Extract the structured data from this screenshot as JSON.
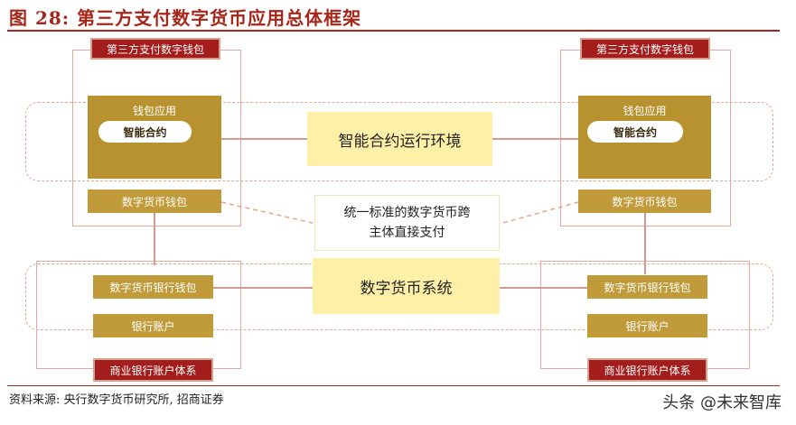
{
  "header": {
    "title": "图 28:  第三方支付数字货币应用总体框架"
  },
  "left": {
    "top_label": "第三方支付数字钱包",
    "wallet_app": "钱包应用",
    "smart_contract": "智能合约",
    "digital_wallet": "数字货币钱包",
    "bank_wallet": "数字货币银行钱包",
    "bank_account": "银行账户",
    "bank_system": "商业银行账户体系"
  },
  "right": {
    "top_label": "第三方支付数字钱包",
    "wallet_app": "钱包应用",
    "smart_contract": "智能合约",
    "digital_wallet": "数字货币钱包",
    "bank_wallet": "数字货币银行钱包",
    "bank_account": "银行账户",
    "bank_system": "商业银行账户体系"
  },
  "center": {
    "contract_env": "智能合约运行环境",
    "unified_payment_line1": "统一标准的数字货币跨",
    "unified_payment_line2": "主体直接支付",
    "currency_system": "数字货币系统"
  },
  "footer": {
    "source": "资料来源:  央行数字货币研究所,  招商证券",
    "watermark": "头条 @未来智库"
  }
}
